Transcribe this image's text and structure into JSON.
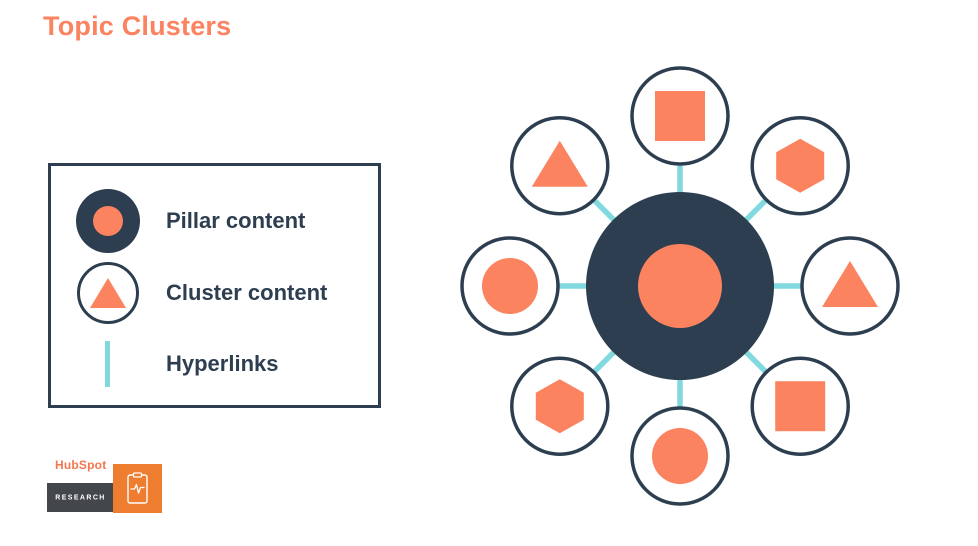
{
  "title": "Topic Clusters",
  "colors": {
    "orange": "#FB835F",
    "navy": "#2D3E50",
    "teal": "#7FD9DE",
    "logo_orange": "#EE7D2F",
    "bar_gray": "#43474B",
    "white": "#FFFFFF"
  },
  "legend": {
    "items": [
      {
        "icon": "pillar-icon",
        "label": "Pillar content"
      },
      {
        "icon": "cluster-icon",
        "label": "Cluster content"
      },
      {
        "icon": "hyperlink-icon",
        "label": "Hyperlinks"
      }
    ]
  },
  "diagram": {
    "center": {
      "type": "pillar-content",
      "outer_color": "navy",
      "inner_shape": "circle",
      "inner_color": "orange"
    },
    "satellites": [
      {
        "position": "top",
        "shape": "square"
      },
      {
        "position": "top-right",
        "shape": "hexagon"
      },
      {
        "position": "right",
        "shape": "triangle"
      },
      {
        "position": "bottom-right",
        "shape": "square"
      },
      {
        "position": "bottom",
        "shape": "circle"
      },
      {
        "position": "bottom-left",
        "shape": "hexagon"
      },
      {
        "position": "left",
        "shape": "circle"
      },
      {
        "position": "top-left",
        "shape": "triangle"
      }
    ]
  },
  "logo": {
    "brand": "HubSpot",
    "label": "RESEARCH",
    "icon": "clipboard-pulse-icon"
  }
}
